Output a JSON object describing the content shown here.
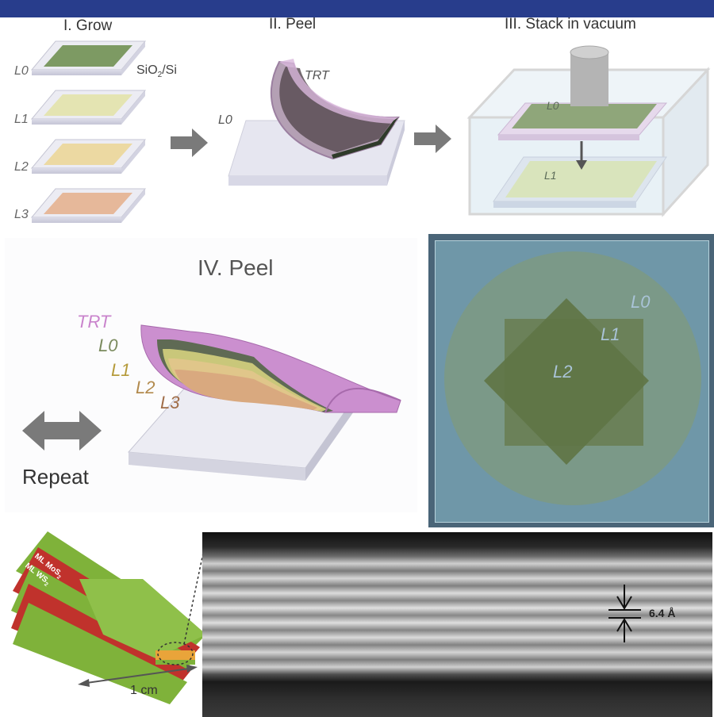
{
  "panel1": {
    "steps": [
      "I. Grow",
      "II. Peel",
      "III. Stack in vacuum"
    ],
    "grow_layers": [
      "L0",
      "L1",
      "L2",
      "L3"
    ],
    "substrate_label": "SiO",
    "substrate_sub": "2",
    "substrate_tail": "/Si",
    "peel_tape": "TRT",
    "peel_layer": "L0",
    "vacuum_top_layer": "L0",
    "vacuum_bottom_layer": "L1"
  },
  "panel2": {
    "title": "IV. Peel",
    "stack_labels": [
      "TRT",
      "L0",
      "L1",
      "L2",
      "L3"
    ],
    "repeat_label": "Repeat",
    "photo_labels": [
      "L0",
      "L1",
      "L2"
    ]
  },
  "panel3": {
    "mos2_label": "ML MoS",
    "mos2_sub": "2",
    "ws2_label": "ML WS",
    "ws2_sub": "2",
    "scale_label": "1 cm",
    "spacing_label": "6.4 Å"
  },
  "colors": {
    "header_bar": "#283d8c",
    "l0": "#7d9a63",
    "l1": "#e4e4b2",
    "l2": "#ecd9a2",
    "l3": "#e6b89a",
    "trt": "#c88fcf",
    "mos2": "#7fb23a",
    "ws2": "#c0322c",
    "photo_bg": "#6f97a8"
  }
}
